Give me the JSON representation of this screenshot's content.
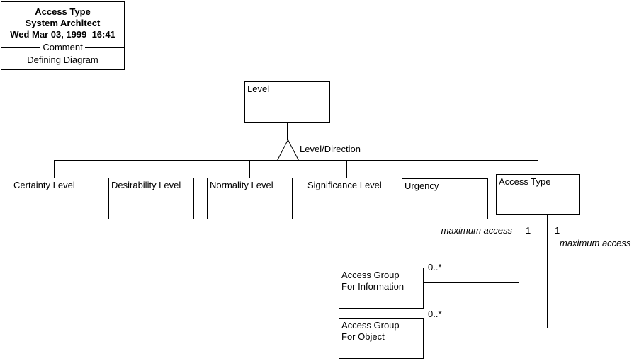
{
  "header": {
    "title": "Access Type",
    "application": "System Architect",
    "timestamp": "Wed Mar 03, 1999  16:41",
    "divider_label": "Comment",
    "comment": "Defining Diagram"
  },
  "diagram": {
    "root": {
      "label": "Level"
    },
    "branch_label": "Level/Direction",
    "children": [
      {
        "label": "Certainty Level"
      },
      {
        "label": "Desirability Level"
      },
      {
        "label": "Normality Level"
      },
      {
        "label": "Significance Level"
      },
      {
        "label": "Urgency"
      },
      {
        "label": "Access Type"
      }
    ],
    "relations": {
      "left_role": "maximum access",
      "left_cardinality": "1",
      "right_cardinality": "1",
      "right_role": "maximum access",
      "info_multiplicity": "0..*",
      "object_multiplicity": "0..*"
    },
    "groups": [
      {
        "label": "Access Group\nFor Information"
      },
      {
        "label": "Access Group\nFor Object"
      }
    ]
  },
  "colors": {
    "line": "#000000",
    "background": "#ffffff"
  }
}
